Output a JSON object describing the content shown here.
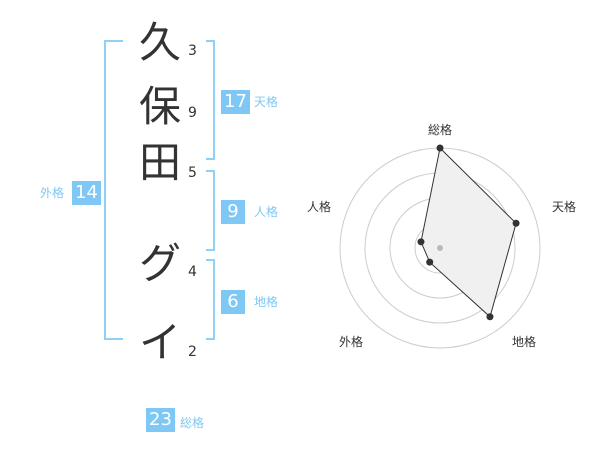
{
  "name": {
    "chars": [
      {
        "char": "久",
        "strokes": "3"
      },
      {
        "char": "保",
        "strokes": "9"
      },
      {
        "char": "田",
        "strokes": "5"
      },
      {
        "char": "グ",
        "strokes": "4"
      },
      {
        "char": "イ",
        "strokes": "2"
      }
    ]
  },
  "fortune": {
    "tenkaku": {
      "value": "17",
      "label": "天格"
    },
    "jinkaku": {
      "value": "9",
      "label": "人格"
    },
    "chikaku": {
      "value": "6",
      "label": "地格"
    },
    "gaikaku": {
      "value": "14",
      "label": "外格"
    },
    "soukaku": {
      "value": "23",
      "label": "総格"
    }
  },
  "chart_data": {
    "type": "radar",
    "axes": [
      "総格",
      "天格",
      "地格",
      "外格",
      "人格"
    ],
    "rings": 4,
    "max": 4,
    "values": [
      4,
      3.2,
      3.4,
      0.7,
      0.8
    ],
    "fill_color": "#f0f0f0",
    "line_color": "#333333",
    "grid_color": "#cccccc"
  }
}
